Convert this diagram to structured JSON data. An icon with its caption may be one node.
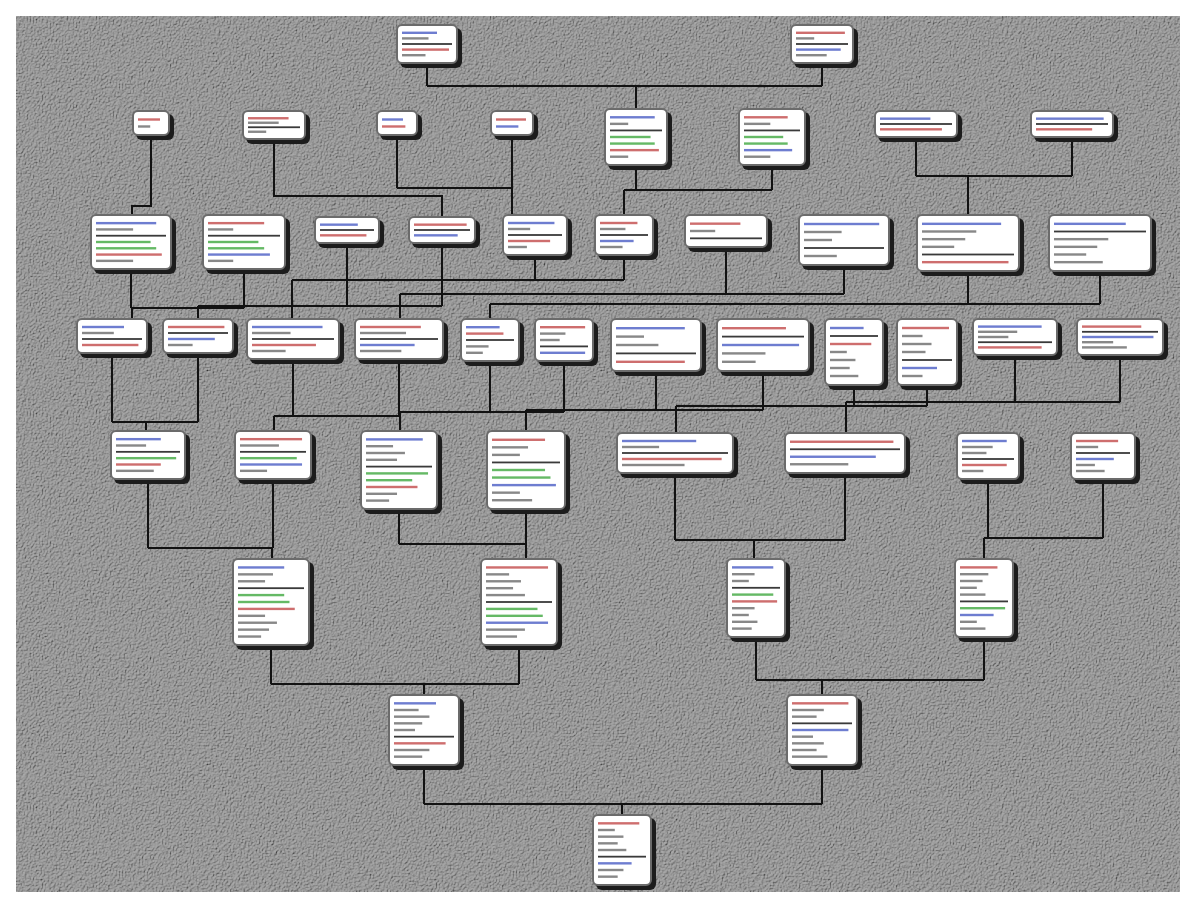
{
  "diagram": {
    "nodes": [
      {
        "text": [],
        "shape": "box"
      },
      {
        "text": [],
        "shape": "box"
      },
      {
        "text": [],
        "shape": "box"
      },
      {
        "text": [],
        "shape": "box"
      },
      {
        "text": [],
        "shape": "box"
      },
      {
        "text": [],
        "shape": "box"
      },
      {
        "text": [],
        "shape": "box"
      },
      {
        "text": [],
        "shape": "box"
      },
      {
        "text": [],
        "shape": "box"
      },
      {
        "text": [],
        "shape": "box"
      },
      {
        "text": [],
        "shape": "box"
      },
      {
        "text": [],
        "shape": "box"
      },
      {
        "text": [],
        "shape": "box"
      },
      {
        "text": [],
        "shape": "box"
      },
      {
        "text": [],
        "shape": "box"
      },
      {
        "text": [],
        "shape": "box"
      },
      {
        "text": [],
        "shape": "box"
      },
      {
        "text": [],
        "shape": "box"
      },
      {
        "text": [],
        "shape": "box"
      },
      {
        "text": [],
        "shape": "box"
      },
      {
        "text": [],
        "shape": "box"
      },
      {
        "text": [],
        "shape": "box"
      },
      {
        "text": [],
        "shape": "box"
      },
      {
        "text": [],
        "shape": "box"
      },
      {
        "text": [],
        "shape": "box"
      },
      {
        "text": [],
        "shape": "box"
      },
      {
        "text": [],
        "shape": "box"
      },
      {
        "text": [],
        "shape": "box"
      },
      {
        "text": [],
        "shape": "box"
      },
      {
        "text": [],
        "shape": "box"
      },
      {
        "text": [],
        "shape": "box"
      },
      {
        "text": [],
        "shape": "box"
      },
      {
        "text": [],
        "shape": "box"
      },
      {
        "text": [],
        "shape": "box"
      },
      {
        "text": [],
        "shape": "box"
      },
      {
        "text": [],
        "shape": "box"
      },
      {
        "text": [],
        "shape": "box"
      },
      {
        "text": [],
        "shape": "box"
      },
      {
        "text": [],
        "shape": "box"
      },
      {
        "text": [],
        "shape": "box"
      },
      {
        "text": [],
        "shape": "box"
      },
      {
        "text": [],
        "shape": "box"
      },
      {
        "text": [],
        "shape": "box"
      },
      {
        "text": [],
        "shape": "box"
      },
      {
        "text": [],
        "shape": "box"
      },
      {
        "text": [],
        "shape": "box"
      },
      {
        "text": [],
        "shape": "box"
      }
    ],
    "edges": [
      {
        "from": 0,
        "to": 6,
        "arrow": "none"
      },
      {
        "from": 1,
        "to": 6,
        "arrow": "none"
      },
      {
        "from": 2,
        "to": 10,
        "arrow": "none"
      },
      {
        "from": 3,
        "to": 13,
        "arrow": "none"
      },
      {
        "from": 4,
        "to": 14,
        "arrow": "none"
      },
      {
        "from": 5,
        "to": 14,
        "arrow": "none"
      },
      {
        "from": 6,
        "to": 15,
        "arrow": "none"
      },
      {
        "from": 7,
        "to": 15,
        "arrow": "none"
      },
      {
        "from": 8,
        "to": 18,
        "arrow": "none"
      },
      {
        "from": 9,
        "to": 18,
        "arrow": "none"
      },
      {
        "from": 10,
        "to": 20,
        "arrow": "none"
      },
      {
        "from": 11,
        "to": 20,
        "arrow": "none"
      },
      {
        "from": 12,
        "to": 21,
        "arrow": "none"
      },
      {
        "from": 13,
        "to": 21,
        "arrow": "none"
      },
      {
        "from": 14,
        "to": 22,
        "arrow": "none"
      },
      {
        "from": 15,
        "to": 22,
        "arrow": "none"
      },
      {
        "from": 16,
        "to": 23,
        "arrow": "none"
      },
      {
        "from": 17,
        "to": 23,
        "arrow": "none"
      },
      {
        "from": 18,
        "to": 24,
        "arrow": "none"
      },
      {
        "from": 19,
        "to": 24,
        "arrow": "none"
      },
      {
        "from": 20,
        "to": 32,
        "arrow": "none"
      },
      {
        "from": 21,
        "to": 32,
        "arrow": "none"
      },
      {
        "from": 22,
        "to": 33,
        "arrow": "none"
      },
      {
        "from": 23,
        "to": 33,
        "arrow": "none"
      },
      {
        "from": 24,
        "to": 34,
        "arrow": "none"
      },
      {
        "from": 25,
        "to": 34,
        "arrow": "none"
      },
      {
        "from": 26,
        "to": 35,
        "arrow": "none"
      },
      {
        "from": 27,
        "to": 35,
        "arrow": "none"
      },
      {
        "from": 28,
        "to": 36,
        "arrow": "none"
      },
      {
        "from": 29,
        "to": 36,
        "arrow": "none"
      },
      {
        "from": 30,
        "to": 37,
        "arrow": "none"
      },
      {
        "from": 31,
        "to": 37,
        "arrow": "none"
      },
      {
        "from": 32,
        "to": 40,
        "arrow": "none"
      },
      {
        "from": 33,
        "to": 40,
        "arrow": "none"
      },
      {
        "from": 34,
        "to": 41,
        "arrow": "none"
      },
      {
        "from": 35,
        "to": 41,
        "arrow": "none"
      },
      {
        "from": 36,
        "to": 42,
        "arrow": "none"
      },
      {
        "from": 37,
        "to": 42,
        "arrow": "none"
      },
      {
        "from": 38,
        "to": 43,
        "arrow": "none"
      },
      {
        "from": 39,
        "to": 43,
        "arrow": "none"
      },
      {
        "from": 40,
        "to": 44,
        "arrow": "none"
      },
      {
        "from": 41,
        "to": 44,
        "arrow": "none"
      },
      {
        "from": 42,
        "to": 45,
        "arrow": "none"
      },
      {
        "from": 43,
        "to": 45,
        "arrow": "none"
      },
      {
        "from": 44,
        "to": 46,
        "arrow": "none"
      },
      {
        "from": 45,
        "to": 46,
        "arrow": "none"
      }
    ]
  }
}
